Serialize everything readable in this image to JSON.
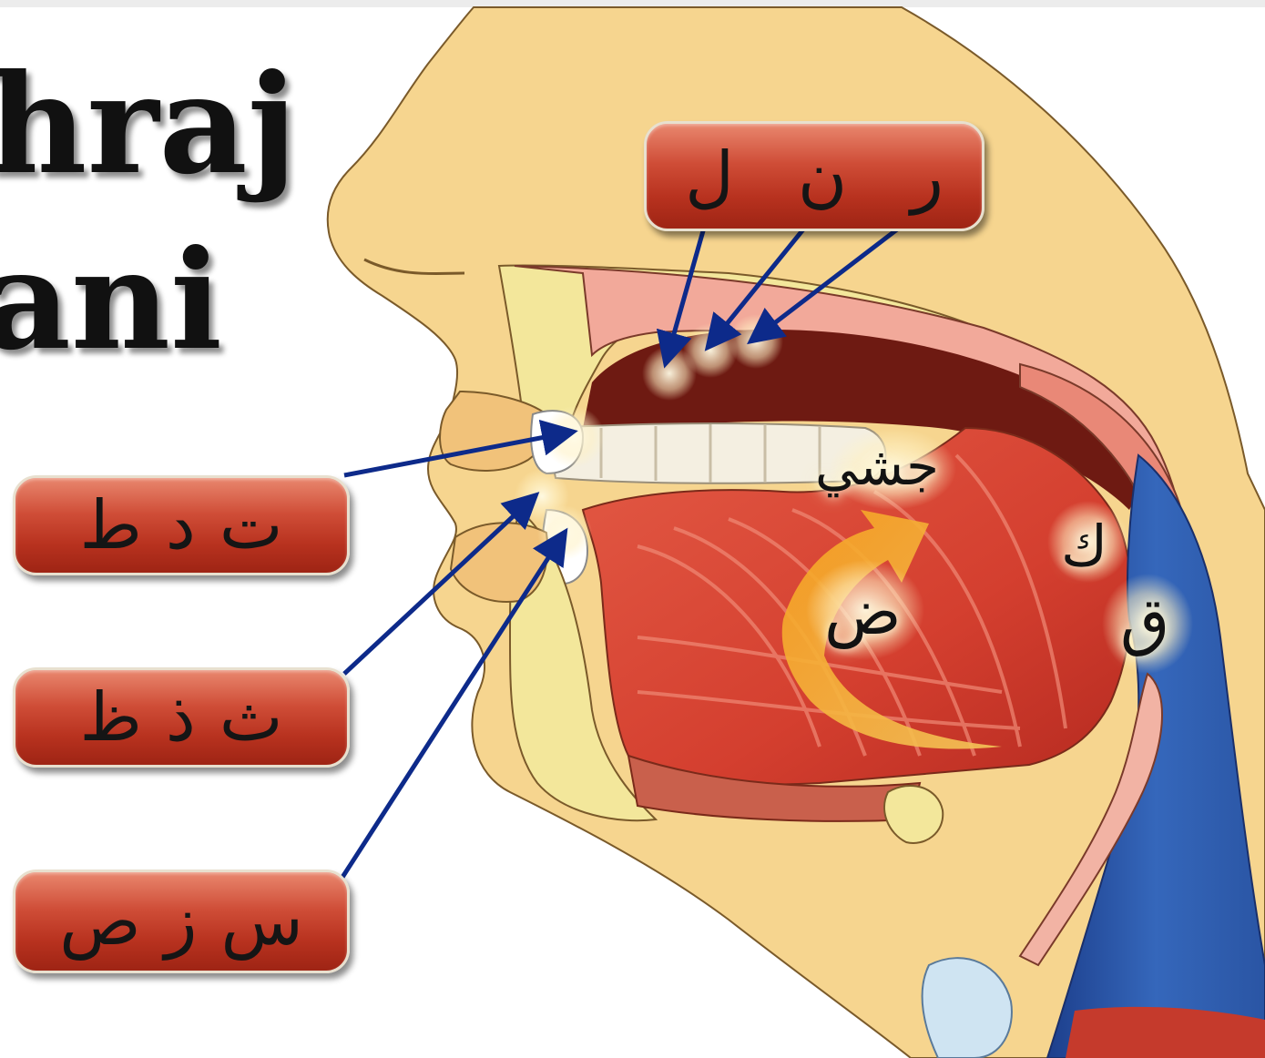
{
  "title": {
    "line1": "khraj",
    "line2": "ani"
  },
  "labels": {
    "top": [
      "ر",
      "ن",
      "ل"
    ],
    "box1": [
      "ت",
      "د",
      "ط"
    ],
    "box2": [
      "ث",
      "ذ",
      "ظ"
    ],
    "box3": [
      "س",
      "ز",
      "ص"
    ]
  },
  "mouth_letters": {
    "jsy": "جشي",
    "dad": "ض",
    "kaf": "ك",
    "qaf": "ق"
  },
  "colors": {
    "skin": "#f6d58f",
    "skin_outline": "#7a5a2a",
    "bone": "#f3e79b",
    "palate": "#6e1a12",
    "tongue": "#d9493a",
    "throat": "#2b5aa8",
    "label_red": "#c03a24",
    "arrow": "#0d2a8a"
  }
}
